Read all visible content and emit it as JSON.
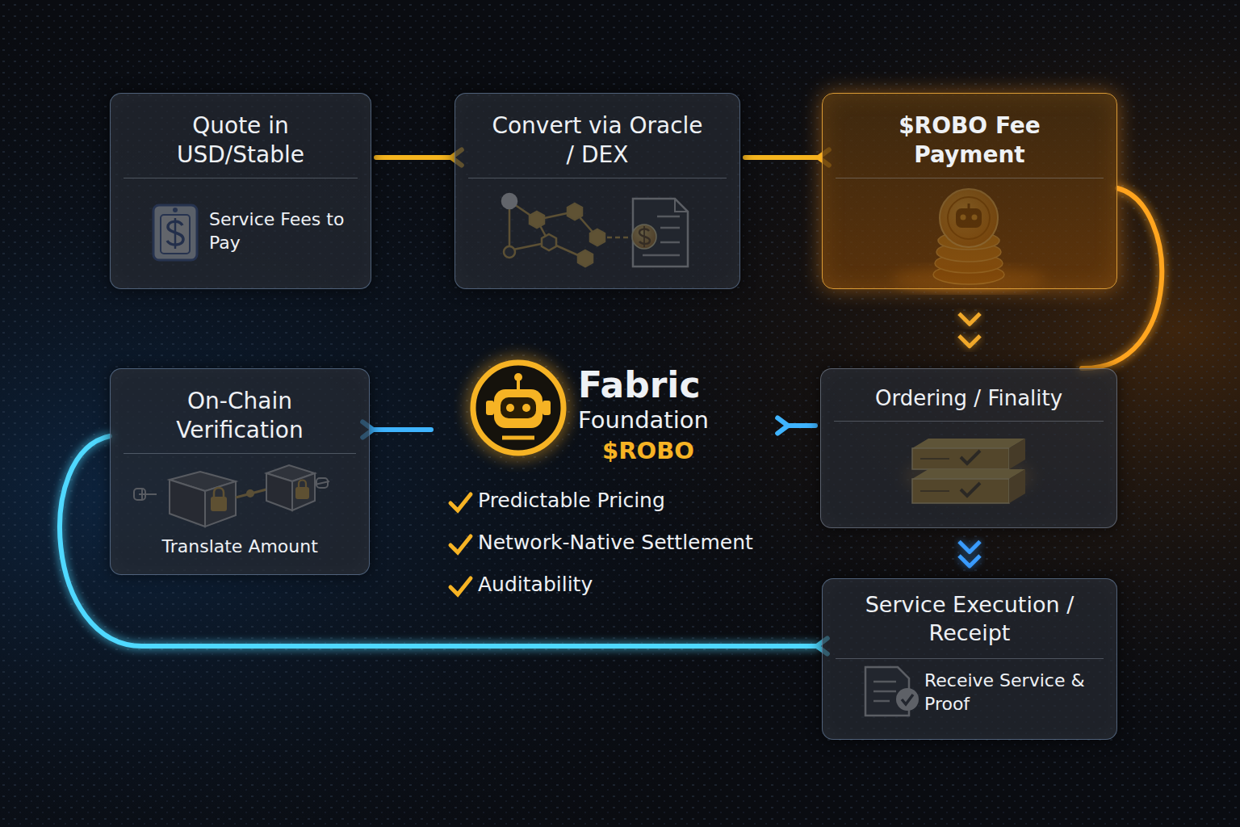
{
  "diagram": {
    "nodes": [
      {
        "text": [
          "Quote in USD/Stable",
          "Service Fees to Pay"
        ]
      },
      {
        "text": [
          "Convert via Oracle / DEX"
        ]
      },
      {
        "text": [
          "$ROBO Fee Payment"
        ]
      },
      {
        "text": [
          "On-Chain Verification",
          "Translate Amount"
        ]
      },
      {
        "text": [
          "Fabric",
          "Foundation",
          "$ROBO",
          "Predictable Pricing",
          "Network-Native Settlement",
          "Auditability"
        ]
      },
      {
        "text": [
          "Ordering / Finality"
        ]
      },
      {
        "text": [
          "Service Execution / Receipt",
          "Receive Service & Proof"
        ]
      }
    ],
    "edges": [
      {
        "from": 0,
        "to": 1,
        "arrow": "to"
      },
      {
        "from": 1,
        "to": 2,
        "arrow": "to"
      },
      {
        "from": 2,
        "to": 5,
        "arrow": "to"
      },
      {
        "from": 2,
        "to": 5,
        "arrow": "none"
      },
      {
        "from": 5,
        "to": 4,
        "arrow": "to"
      },
      {
        "from": 4,
        "to": 3,
        "arrow": "to"
      },
      {
        "from": 3,
        "to": 6,
        "arrow": "to"
      },
      {
        "from": 5,
        "to": 6,
        "arrow": "to"
      }
    ]
  }
}
